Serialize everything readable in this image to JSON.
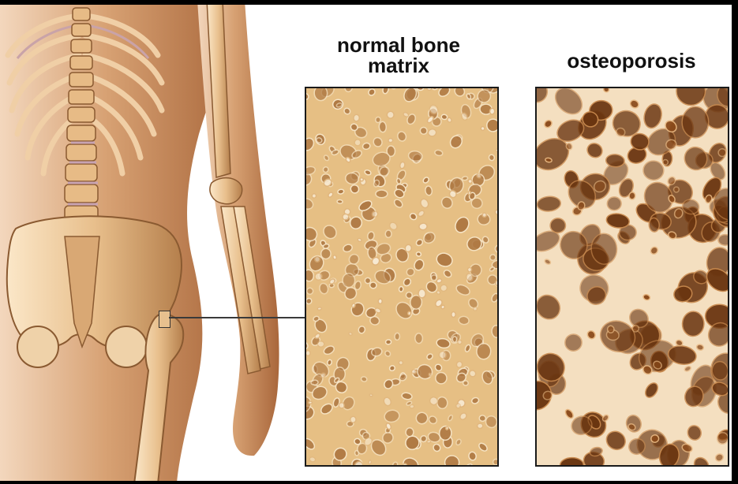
{
  "labels": {
    "normal_line1": "normal bone",
    "normal_line2": "matrix",
    "osteoporosis": "osteoporosis"
  },
  "colors": {
    "background": "#ffffff",
    "frame": "#000000",
    "skin": "#c98b5c",
    "bone": "#e9c79a",
    "normal_matrix": "#e6bf84",
    "osteoporosis_matrix": "#f4dfc0",
    "pore_dark": "#6a3510"
  }
}
